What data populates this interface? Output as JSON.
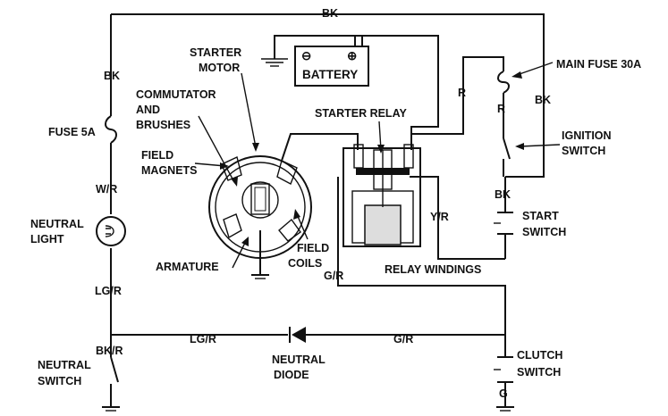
{
  "labels": {
    "bk_top": "BK",
    "bk_left": "BK",
    "fuse_5a": "FUSE 5A",
    "w_r": "W/R",
    "neutral_light_1": "NEUTRAL",
    "neutral_light_2": "LIGHT",
    "lg_r_left": "LG/R",
    "bk_r": "BK/R",
    "neutral_switch_1": "NEUTRAL",
    "neutral_switch_2": "SWITCH",
    "starter_motor_1": "STARTER",
    "starter_motor_2": "MOTOR",
    "commutator_1": "COMMUTATOR",
    "commutator_2": "AND",
    "commutator_3": "BRUSHES",
    "field_magnets_1": "FIELD",
    "field_magnets_2": "MAGNETS",
    "armature": "ARMATURE",
    "field_coils_1": "FIELD",
    "field_coils_2": "COILS",
    "battery": "BATTERY",
    "battery_neg": "⊖",
    "battery_pos": "⊕",
    "starter_relay": "STARTER RELAY",
    "relay_windings": "RELAY WINDINGS",
    "y_r": "Y/R",
    "g_r_relay": "G/R",
    "lg_r_bottom": "LG/R",
    "g_r_bottom": "G/R",
    "neutral_diode_1": "NEUTRAL",
    "neutral_diode_2": "DIODE",
    "main_fuse": "MAIN FUSE 30A",
    "r_left": "R",
    "r_mid": "R",
    "bk_right": "BK",
    "ignition_switch_1": "IGNITION",
    "ignition_switch_2": "SWITCH",
    "bk_start": "BK",
    "start_switch_1": "START",
    "start_switch_2": "SWITCH",
    "clutch_switch_1": "CLUTCH",
    "clutch_switch_2": "SWITCH",
    "g_bottom": "G"
  }
}
